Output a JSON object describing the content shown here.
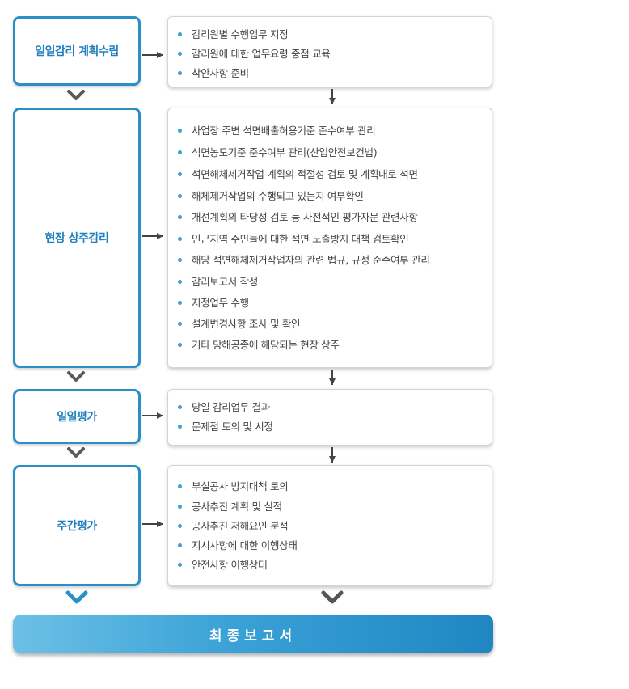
{
  "stages": [
    {
      "label": "일일감리 계획수립",
      "items": [
        "감리원별 수행업무 지정",
        "감리원에 대한 업무요령 중점 교육",
        "착안사항 준비"
      ]
    },
    {
      "label": "현장 상주감리",
      "items": [
        "사업장 주변 석면배출허용기준 준수여부 관리",
        "석면농도기준 준수여부 관리(산업안전보건법)",
        "석면해체제거작업 계획의 적절성 검토 및 계획대로 석면",
        "해체제거작업의 수행되고 있는지 여부확인",
        "개선계획의 타당성 검토 등 사전적인 평가자문 관련사항",
        "인근지역 주민들에 대한 석면 노출방지 대책 검토확인",
        "해당 석면해체제거작업자의 관련 법규, 규정 준수여부 관리",
        "감리보고서 작성",
        "지정업무 수행",
        "설계변경사항 조사 및 확인",
        "기타 당해공종에 해당되는 현장 상주"
      ]
    },
    {
      "label": "일일평가",
      "items": [
        "당일 감리업무 결과",
        "문제점 토의 및 시정"
      ]
    },
    {
      "label": "주간평가",
      "items": [
        "부실공사 방지대책 토의",
        "공사추진 계획 및 실적",
        "공사추진 저해요인 분석",
        "지시사항에 대한 이행상태",
        "안전사항 이행상태"
      ]
    }
  ],
  "final": {
    "label": "최종보고서"
  },
  "colors": {
    "accent": "#2a8fc6",
    "label": "#1f7fbf",
    "bullet": "#3fa0d6",
    "arrow": "#555555"
  }
}
